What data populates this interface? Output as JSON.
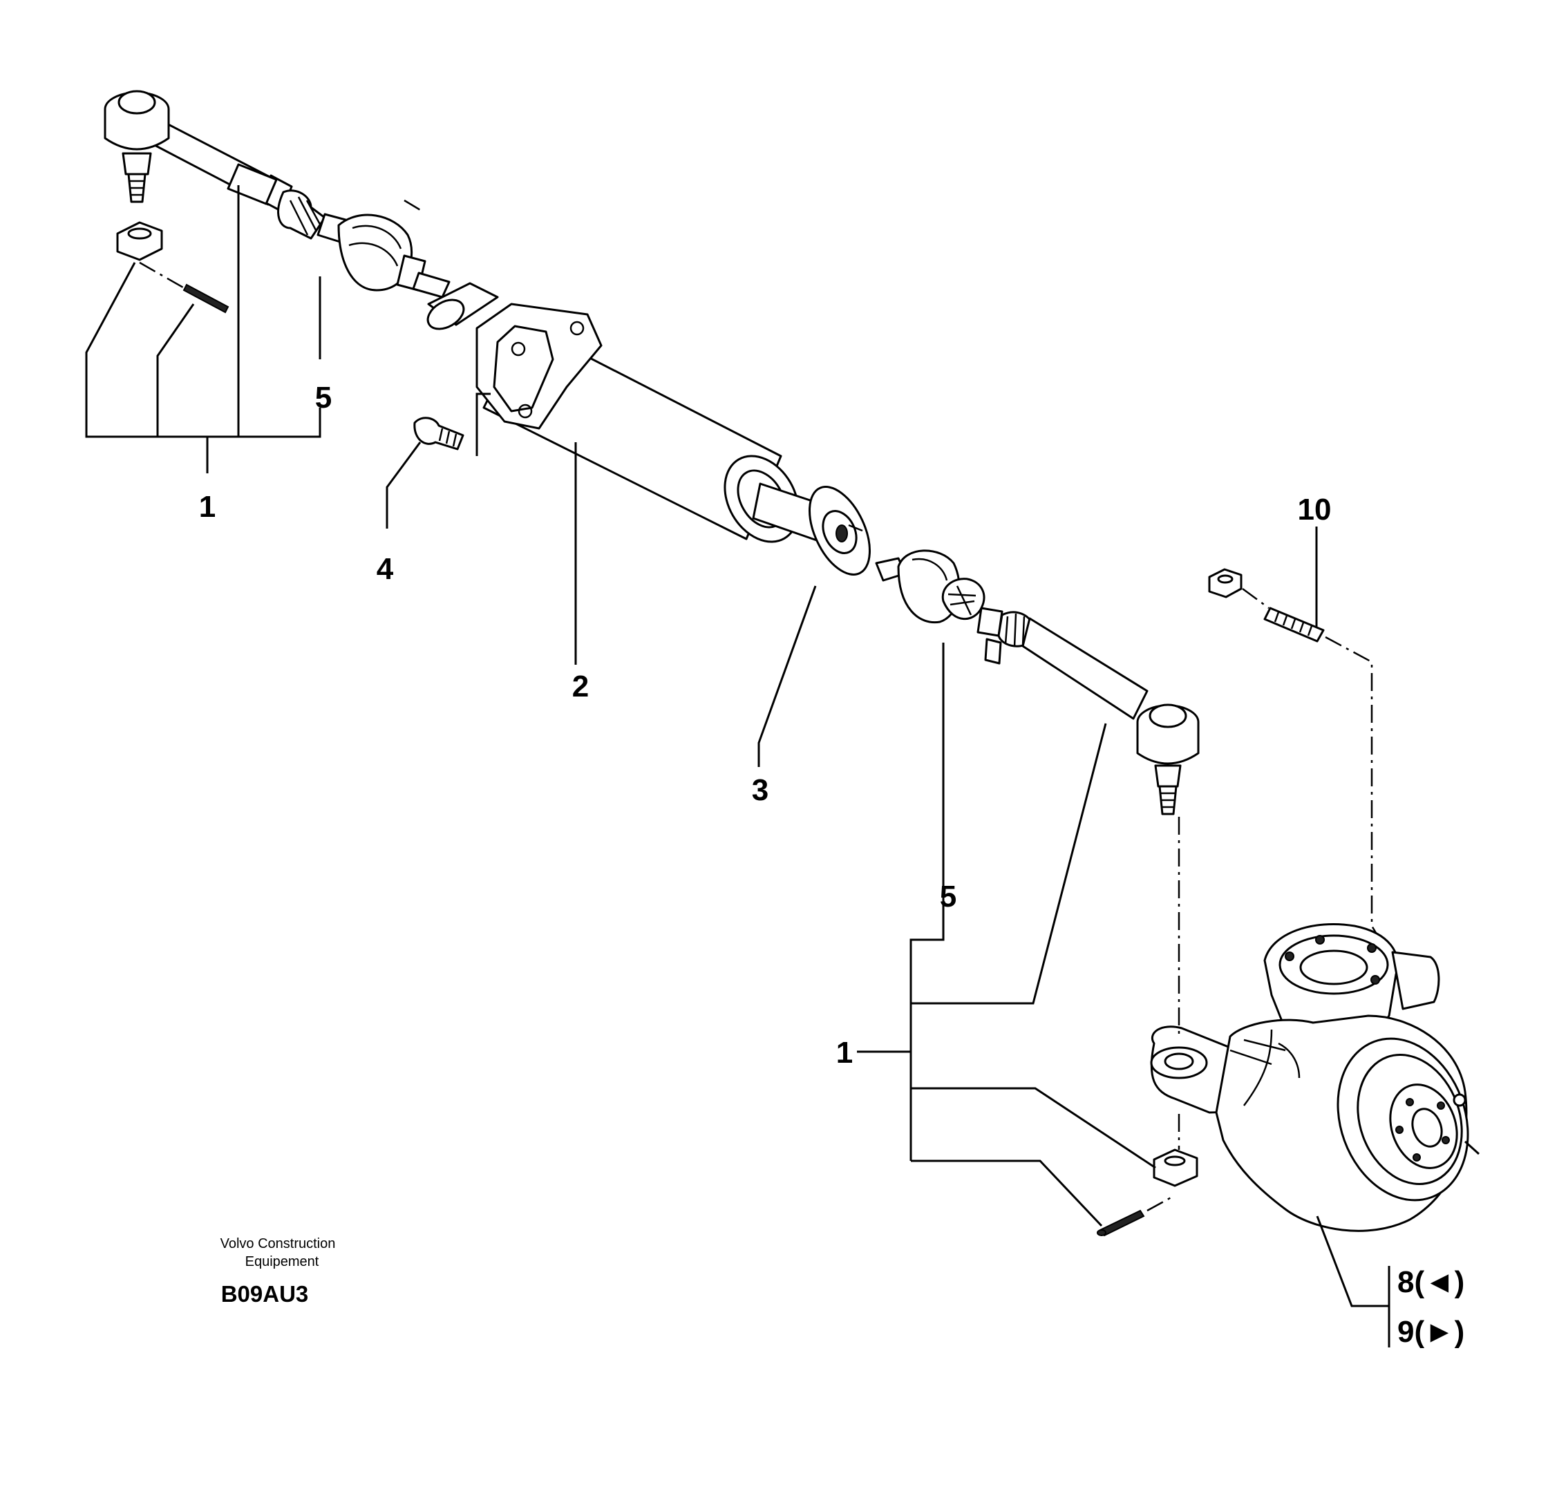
{
  "diagram": {
    "callouts": {
      "left_assembly": "1",
      "left_boot": "5",
      "cylinder": "2",
      "bolt": "4",
      "ring": "3",
      "right_boot": "5",
      "right_assembly": "1",
      "pin_10": "10",
      "knuckle_left": "8(◄)",
      "knuckle_right": "9(►)"
    },
    "manufacturer": {
      "line1": "Volvo Construction",
      "line2": "Equipement"
    },
    "drawing_code": "B09AU3"
  }
}
